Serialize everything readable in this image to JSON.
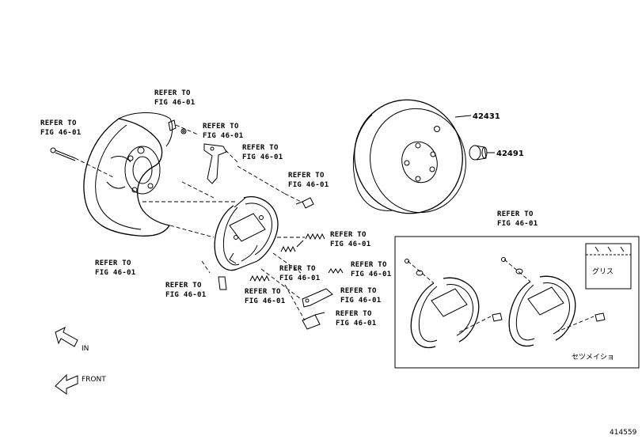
{
  "refs": {
    "r1": "REFER TO",
    "r1b": "FIG 46-01",
    "r2": "REFER TO",
    "r2b": "FIG 46-01",
    "r3": "REFER TO",
    "r3b": "FIG 46-01",
    "r4": "REFER TO",
    "r4b": "FIG 46-01",
    "r5": "REFER TO",
    "r5b": "FIG 46-01",
    "r6": "REFER TO",
    "r6b": "FIG 46-01",
    "r7": "REFER TO",
    "r7b": "FIG 46-01",
    "r8": "REFER TO",
    "r8b": "FIG 46-01",
    "r9": "REFER TO",
    "r9b": "FIG 46-01",
    "r10": "REFER TO",
    "r10b": "FIG 46-01",
    "r11": "REFER TO",
    "r11b": "FIG 46-01",
    "r12": "REFER TO",
    "r12b": "FIG 46-01",
    "r13": "REFER TO",
    "r13b": "FIG 46-01",
    "r14": "REFER TO",
    "r14b": "FIG 46-01"
  },
  "parts": {
    "disc": "42431",
    "plug": "42491"
  },
  "arrows": {
    "in": "IN",
    "front": "FRONT"
  },
  "inset": {
    "grease": "グリス",
    "caption": "セツメイショ"
  },
  "figure_id": "414559"
}
